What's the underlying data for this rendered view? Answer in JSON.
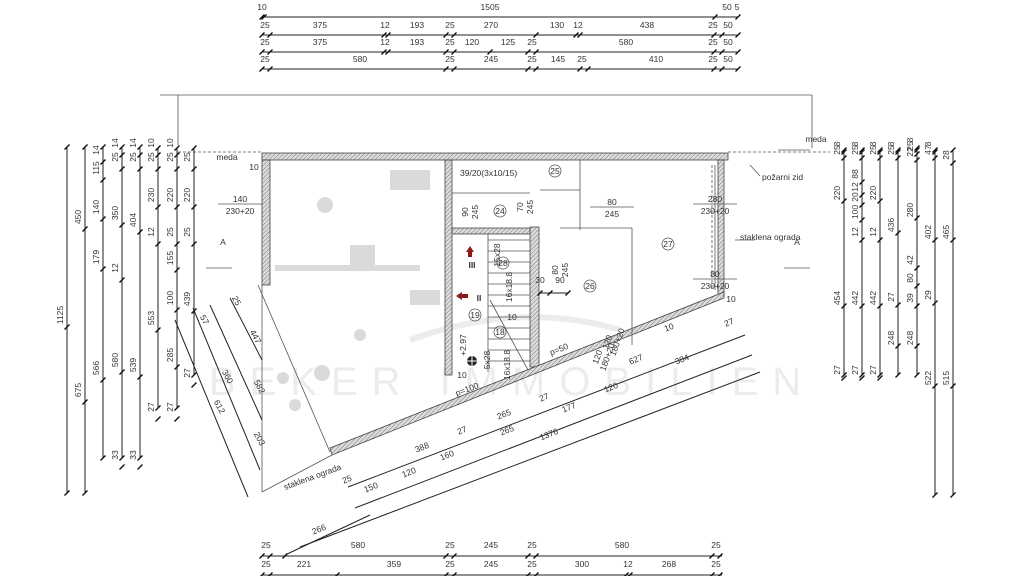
{
  "top_dimensions": [
    [
      "10",
      "1505",
      "50",
      "5"
    ],
    [
      "25",
      "375",
      "12",
      "193",
      "25",
      "270",
      "130",
      "12",
      "438",
      "25",
      "50"
    ],
    [
      "25",
      "375",
      "12",
      "193",
      "25",
      "120",
      "125",
      "25",
      "580",
      "25",
      "50"
    ],
    [
      "25",
      "580",
      "25",
      "245",
      "25",
      "145",
      "25",
      "410",
      "25",
      "50"
    ]
  ],
  "bottom_dimensions": [
    [
      "25",
      "580",
      "25",
      "245",
      "25",
      "580",
      "25"
    ],
    [
      "25",
      "221",
      "359",
      "25",
      "245",
      "25",
      "300",
      "12",
      "268",
      "25"
    ]
  ],
  "left_dimensions": [
    [
      "1125"
    ],
    [
      "450",
      "675"
    ],
    [
      "14",
      "115",
      "140",
      "179",
      "566"
    ],
    [
      "14",
      "25",
      "350",
      "12",
      "580",
      "33"
    ],
    [
      "14",
      "25",
      "404",
      "539",
      "33"
    ],
    [
      "10",
      "25",
      "230",
      "12",
      "553",
      "27"
    ],
    [
      "10",
      "25",
      "220",
      "25",
      "155",
      "100",
      "285",
      "27"
    ],
    [
      "25",
      "220",
      "25",
      "439",
      "27"
    ]
  ],
  "right_dimensions": [
    [
      "25",
      "8",
      "220",
      "454",
      "27"
    ],
    [
      "25",
      "8",
      "88",
      "12",
      "20",
      "100",
      "12",
      "442",
      "27"
    ],
    [
      "25",
      "8",
      "220",
      "12",
      "442",
      "27"
    ],
    [
      "25",
      "8",
      "436",
      "27",
      "248"
    ],
    [
      "22",
      "25",
      "8",
      "280",
      "42",
      "80",
      "39",
      "248"
    ],
    [
      "47",
      "8",
      "402",
      "29",
      "522"
    ],
    [
      "28",
      "465",
      "515"
    ]
  ],
  "diagonal_dimensions": {
    "left": [
      "25",
      "57",
      "447",
      "360",
      "582",
      "612",
      "203"
    ],
    "bottom": [
      "25",
      "388",
      "27",
      "265",
      "27",
      "177",
      "120",
      "150",
      "120",
      "160",
      "265",
      "1376",
      "266",
      "627",
      "384",
      "27",
      "10"
    ]
  },
  "rooms": [
    "19",
    "18",
    "24",
    "25",
    "26",
    "27",
    "28"
  ],
  "labels": {
    "meda_left": "meda",
    "meda_right": "meda",
    "fire_wall": "požarni zid",
    "glass_fence_right": "staklena ograda",
    "glass_fence_bottom": "staklena ograda",
    "stair_spec": "39/20(3x10/15)",
    "section_left": "A",
    "section_right": "A",
    "arrow_2": "II",
    "arrow_3": "III",
    "level": "+2.97",
    "p100": "p=100",
    "p50": "p=50",
    "stairs_a": "15x28",
    "stairs_b": "16x18.8",
    "stairs_c": "5x28",
    "stairs_d": "16x18.8",
    "wall10_a": "10",
    "wall10_b": "10",
    "wall10_c": "10",
    "wall10_d": "10"
  },
  "openings": [
    {
      "w": "140",
      "h": "230+20"
    },
    {
      "w": "280",
      "h": "230+20"
    },
    {
      "w": "80",
      "h": "230+20"
    },
    {
      "w": "80",
      "h": "245"
    },
    {
      "w": "80",
      "h": "245"
    },
    {
      "w": "90",
      "h": "245"
    },
    {
      "w": "70",
      "h": "245"
    },
    {
      "w": "120",
      "h": "180+20"
    },
    {
      "w": "120",
      "h": "180+20"
    }
  ],
  "stair_run": [
    "30",
    "90"
  ],
  "watermark": "BEKER IMMOBILIEN",
  "colors": {
    "arrow": "#8b1a1a",
    "wall_hatch": "#888"
  }
}
